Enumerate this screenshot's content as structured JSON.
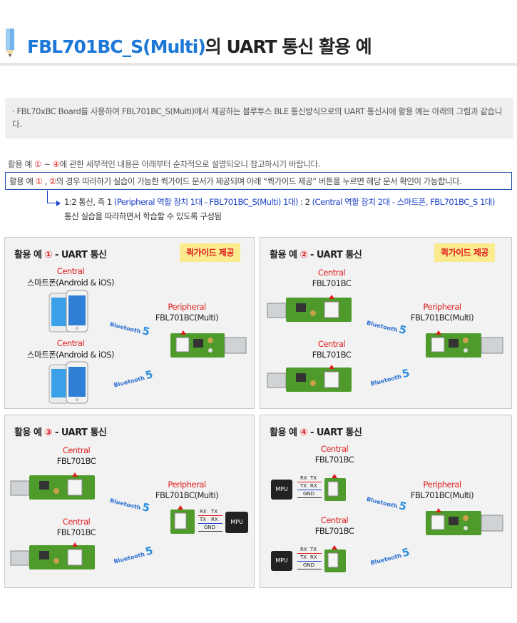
{
  "header": {
    "title_blue": "FBL701BC_S(Multi)",
    "title_dark": "의 UART 통신 활용 예"
  },
  "intro": {
    "text": "· FBL70xBC Board를 사용하여 FBL701BC_S(Multi)에서 제공하는 블루투스 BLE 통신방식으로의 UART 통신시에 활용 예는 아래의 그림과 같습니다."
  },
  "notes": {
    "line1_a": "활용 예 ",
    "line1_c1": "①",
    "line1_mid": " ~ ",
    "line1_c4": "④",
    "line1_b": "에 관한 세부적인 내용은 아래부터 순차적으로 설명되오니 참고하시기 바랍니다.",
    "line2_a": "활용 예 ",
    "line2_c1": "①",
    "line2_comma": " , ",
    "line2_c2": "②",
    "line2_b": "의 경우 따라하기 실습이 가능한 퀵가이드 문서가 제공되며 아래 “퀵가이드 제공” 버튼을 누르면 해당 문서 확인이 가능합니다.",
    "line3_a": "1:2 통신, 즉 1 ",
    "line3_b": "(Peripheral 역할 장치 1대 - FBL701BC_S(Multi) 1대)",
    "line3_c": " : 2 ",
    "line3_d": "(Central 역할 장치 2대 - 스마트폰, FBL701BC_S 1대)",
    "line4": "통신 실습을 따라하면서 학습할 수 있도록 구성됨"
  },
  "panels": [
    {
      "title_a": "활용 예 ",
      "title_num": "①",
      "title_b": " - UART 통신",
      "quick": "퀵가이드 제공",
      "central_label": "Central",
      "central_device": "스마트폰(Android & iOS)",
      "central_label2": "Central",
      "central_device2": "스마트폰(Android & iOS)",
      "peripheral_label": "Peripheral",
      "peripheral_device": "FBL701BC(Multi)"
    },
    {
      "title_a": "활용 예 ",
      "title_num": "②",
      "title_b": " - UART 통신",
      "quick": "퀵가이드 제공",
      "central_label": "Central",
      "central_device": "FBL701BC",
      "central_label2": "Central",
      "central_device2": "FBL701BC",
      "peripheral_label": "Peripheral",
      "peripheral_device": "FBL701BC(Multi)"
    },
    {
      "title_a": "활용 예 ",
      "title_num": "③",
      "title_b": " - UART 통신",
      "central_label": "Central",
      "central_device": "FBL701BC",
      "central_label2": "Central",
      "central_device2": "FBL701BC",
      "peripheral_label": "Peripheral",
      "peripheral_device": "FBL701BC(Multi)",
      "mpu": "MPU",
      "rx": "RX",
      "tx": "TX",
      "gnd": "GND"
    },
    {
      "title_a": "활용 예 ",
      "title_num": "④",
      "title_b": " - UART 통신",
      "central_label": "Central",
      "central_device": "FBL701BC",
      "central_label2": "Central",
      "central_device2": "FBL701BC",
      "peripheral_label": "Peripheral",
      "peripheral_device": "FBL701BC(Multi)",
      "mpu": "MPU",
      "rx": "RX",
      "tx": "TX",
      "gnd": "GND"
    }
  ],
  "bluetooth": {
    "word": "Bluetooth",
    "version": "5"
  },
  "colors": {
    "accent_blue": "#1c77d6",
    "red": "#e01d1d",
    "link_blue": "#1a3fc7",
    "quick_bg": "#fbeb8f",
    "pcb_green": "#4e9a2a"
  }
}
